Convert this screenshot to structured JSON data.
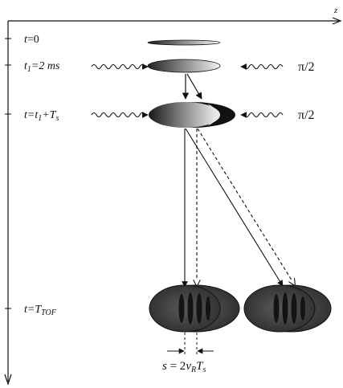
{
  "axes": {
    "z_label": "z"
  },
  "time_labels": {
    "t0": {
      "var": "t",
      "eq": "=0"
    },
    "t1": {
      "var": "t",
      "sub": "1",
      "eq": "=2 ms"
    },
    "t2": {
      "var": "t",
      "eq": "=t",
      "sub": "1",
      "plus": "+T",
      "sub2": "s"
    },
    "tof": {
      "var": "t",
      "eq": "=T",
      "sub": "TOF"
    }
  },
  "pulse_labels": {
    "first": "π/2",
    "second": "π/2"
  },
  "separation_label": {
    "lhs": "s",
    "eq": " = 2",
    "v": "v",
    "v_sub": "R",
    "T": "T",
    "T_sub": "s"
  }
}
